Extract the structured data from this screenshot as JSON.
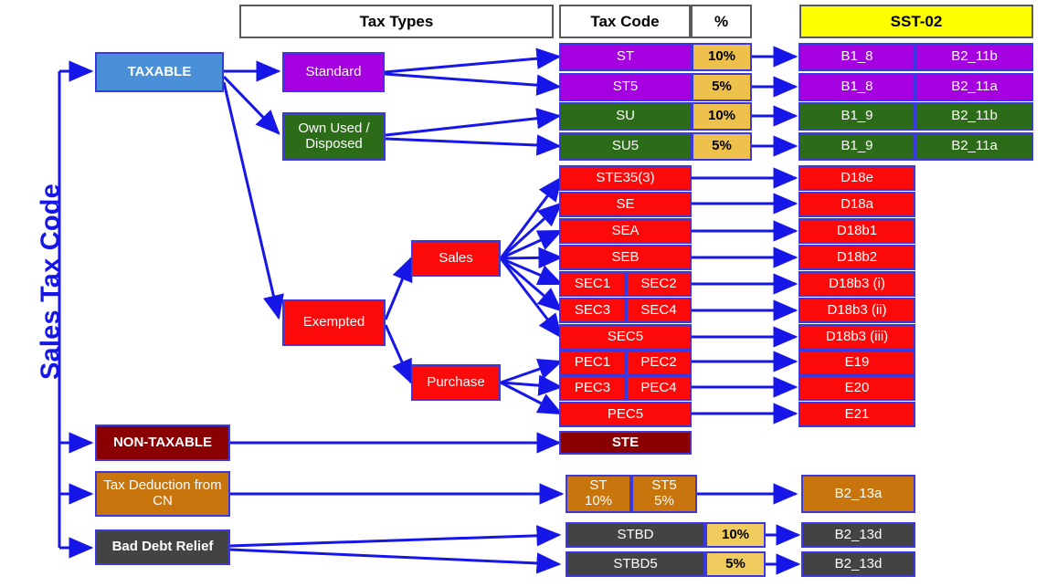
{
  "diagram": {
    "axis_label": "Sales Tax Code",
    "headers": [
      {
        "key": "tax_types",
        "label": "Tax Types"
      },
      {
        "key": "tax_code",
        "label": "Tax Code"
      },
      {
        "key": "percent",
        "label": "%"
      },
      {
        "key": "sst02",
        "label": "SST-02"
      }
    ],
    "colors": {
      "arrow": "#1616e8",
      "taxable": "#4a90d9",
      "standard": "#a400e0",
      "own_used": "#2c6b18",
      "exempted": "#fc0909",
      "non_taxable": "#8a0000",
      "tax_deduction": "#c8750d",
      "bad_debt": "#434343",
      "percent_cell": "#edc14c",
      "sst_header": "#ffff00"
    },
    "categories": [
      {
        "id": "taxable",
        "label": "TAXABLE"
      },
      {
        "id": "non-taxable",
        "label": "NON-TAXABLE"
      },
      {
        "id": "tax-deduction",
        "label": "Tax Deduction from CN"
      },
      {
        "id": "bad-debt",
        "label": "Bad Debt Relief"
      }
    ],
    "tax_types": [
      {
        "id": "standard",
        "label": "Standard"
      },
      {
        "id": "own-used",
        "label": "Own Used / Disposed"
      },
      {
        "id": "exempted",
        "label": "Exempted"
      },
      {
        "id": "sales",
        "label": "Sales"
      },
      {
        "id": "purchase",
        "label": "Purchase"
      }
    ],
    "rows": [
      {
        "code": "ST",
        "code2": "",
        "percent": "10%",
        "sst_left": "B1_8",
        "sst_right": "B2_11b"
      },
      {
        "code": "ST5",
        "code2": "",
        "percent": "5%",
        "sst_left": "B1_8",
        "sst_right": "B2_11a"
      },
      {
        "code": "SU",
        "code2": "",
        "percent": "10%",
        "sst_left": "B1_9",
        "sst_right": "B2_11b"
      },
      {
        "code": "SU5",
        "code2": "",
        "percent": "5%",
        "sst_left": "B1_9",
        "sst_right": "B2_11a"
      },
      {
        "code": "STE35(3)",
        "code2": "",
        "percent": "",
        "sst_left": "D18e",
        "sst_right": ""
      },
      {
        "code": "SE",
        "code2": "",
        "percent": "",
        "sst_left": "D18a",
        "sst_right": ""
      },
      {
        "code": "SEA",
        "code2": "",
        "percent": "",
        "sst_left": "D18b1",
        "sst_right": ""
      },
      {
        "code": "SEB",
        "code2": "",
        "percent": "",
        "sst_left": "D18b2",
        "sst_right": ""
      },
      {
        "code": "SEC1",
        "code2": "SEC2",
        "percent": "",
        "sst_left": "D18b3 (i)",
        "sst_right": ""
      },
      {
        "code": "SEC3",
        "code2": "SEC4",
        "percent": "",
        "sst_left": "D18b3 (ii)",
        "sst_right": ""
      },
      {
        "code": "SEC5",
        "code2": "",
        "percent": "",
        "sst_left": "D18b3 (iii)",
        "sst_right": ""
      },
      {
        "code": "PEC1",
        "code2": "PEC2",
        "percent": "",
        "sst_left": "E19",
        "sst_right": ""
      },
      {
        "code": "PEC3",
        "code2": "PEC4",
        "percent": "",
        "sst_left": "E20",
        "sst_right": ""
      },
      {
        "code": "PEC5",
        "code2": "",
        "percent": "",
        "sst_left": "E21",
        "sst_right": ""
      },
      {
        "code": "STE",
        "code2": "",
        "percent": "",
        "sst_left": "",
        "sst_right": ""
      },
      {
        "code": "ST 10%",
        "code2": "ST5 5%",
        "percent": "",
        "sst_left": "B2_13a",
        "sst_right": ""
      },
      {
        "code": "STBD",
        "code2": "",
        "percent": "10%",
        "sst_left": "B2_13d",
        "sst_right": ""
      },
      {
        "code": "STBD5",
        "code2": "",
        "percent": "5%",
        "sst_left": "B2_13d",
        "sst_right": ""
      }
    ],
    "cn_cells": [
      {
        "code": "ST",
        "percent": "10%"
      },
      {
        "code": "ST5",
        "percent": "5%"
      }
    ]
  }
}
